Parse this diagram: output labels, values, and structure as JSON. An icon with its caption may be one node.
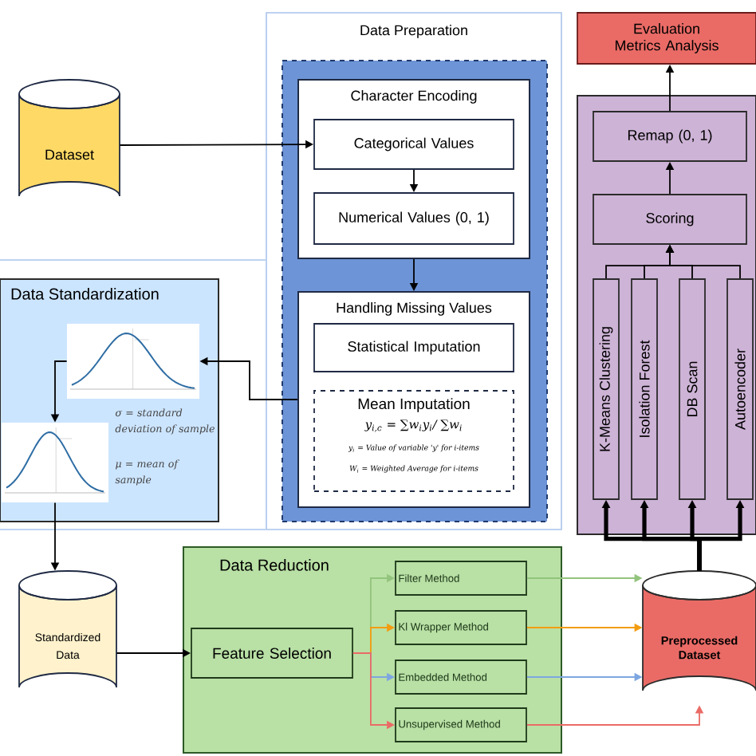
{
  "diagram": {
    "nodes": [
      {
        "text": [
          "Data Preparation"
        ]
      },
      {
        "text": [],
        "shape": "box",
        "in": 0
      },
      {
        "text": [
          "Character Encoding"
        ],
        "in": 1
      },
      {
        "text": [
          "Categorical Values"
        ],
        "in": 2
      },
      {
        "text": [
          "Numerical Values (0, 1)"
        ],
        "in": 2
      },
      {
        "text": [
          "Handling Missing Values"
        ],
        "in": 1
      },
      {
        "text": [
          "Statistical Imputation"
        ],
        "in": 5
      },
      {
        "text": [
          "Mean Imputation",
          "y$_{i,c}$ = ∑w$_{i}$y$_{i}$/ ∑w$_{i}$",
          "y$_{i}$ = Value of variable 'y' for i-items",
          "W$_{i}$ = Weighted Average for i-items"
        ],
        "in": 5
      },
      {
        "text": [
          "Dataset"
        ]
      },
      {
        "text": [
          "Data Standardization",
          "σ = standard deviation of sample",
          "μ = mean of sample"
        ]
      },
      {
        "text": [],
        "shape": "picture",
        "in": 9
      },
      {
        "text": [],
        "shape": "picture",
        "in": 9
      },
      {
        "text": [
          "Evaluation Metrics Analysis"
        ]
      },
      {
        "text": [],
        "shape": "box"
      },
      {
        "text": [
          "Remap (0, 1)"
        ],
        "in": 13
      },
      {
        "text": [
          "Scoring"
        ],
        "in": 13
      },
      {
        "text": [
          "K-Means Clustering"
        ],
        "in": 13
      },
      {
        "text": [
          "Isolation Forest"
        ],
        "in": 13
      },
      {
        "text": [
          "DB Scan"
        ],
        "in": 13
      },
      {
        "text": [
          "Autoencoder"
        ],
        "in": 13
      },
      {
        "text": [
          "Standardized Data"
        ]
      },
      {
        "text": [
          "Data Reduction"
        ]
      },
      {
        "text": [
          "Feature Selection"
        ],
        "in": 21
      },
      {
        "text": [
          "Filter Method"
        ],
        "in": 21
      },
      {
        "text": [
          "Kl Wrapper Method"
        ],
        "in": 21
      },
      {
        "text": [
          "Embedded Method"
        ],
        "in": 21
      },
      {
        "text": [
          "Unsupervised Method"
        ],
        "in": 21
      },
      {
        "text": [
          "Preprocessed Dataset"
        ]
      }
    ],
    "edges": [
      {
        "from": 8,
        "to": 3,
        "arrow": "to"
      },
      {
        "from": 3,
        "to": 4,
        "arrow": "to"
      },
      {
        "from": 2,
        "to": 5,
        "arrow": "to"
      },
      {
        "from": 5,
        "to": 10,
        "arrow": "to"
      },
      {
        "from": 10,
        "to": 11,
        "arrow": "to"
      },
      {
        "from": 11,
        "to": 20,
        "arrow": "to"
      },
      {
        "from": 20,
        "to": 22,
        "arrow": "to"
      },
      {
        "from": 22,
        "to": 23,
        "arrow": "to",
        "color": "#93c47d"
      },
      {
        "from": 22,
        "to": 24,
        "arrow": "to",
        "color": "#f39c12"
      },
      {
        "from": 22,
        "to": 25,
        "arrow": "to",
        "color": "#7ea6e0"
      },
      {
        "from": 22,
        "to": 26,
        "arrow": "to",
        "color": "#ea6b66"
      },
      {
        "from": 23,
        "to": 27,
        "arrow": "to",
        "color": "#93c47d"
      },
      {
        "from": 24,
        "to": 27,
        "arrow": "to",
        "color": "#f39c12"
      },
      {
        "from": 25,
        "to": 27,
        "arrow": "to",
        "color": "#7ea6e0"
      },
      {
        "from": 26,
        "to": 27,
        "arrow": "to",
        "color": "#ea6b66"
      },
      {
        "from": 27,
        "to": 16,
        "arrow": "to",
        "style": "thick"
      },
      {
        "from": 27,
        "to": 17,
        "arrow": "to",
        "style": "thick"
      },
      {
        "from": 27,
        "to": 18,
        "arrow": "to",
        "style": "thick"
      },
      {
        "from": 27,
        "to": 19,
        "arrow": "to",
        "style": "thick"
      },
      {
        "from": 16,
        "to": 15,
        "arrow": "to"
      },
      {
        "from": 17,
        "to": 15,
        "arrow": "to"
      },
      {
        "from": 18,
        "to": 15,
        "arrow": "to"
      },
      {
        "from": 19,
        "to": 15,
        "arrow": "to"
      },
      {
        "from": 15,
        "to": 14,
        "arrow": "to"
      },
      {
        "from": 14,
        "to": 12,
        "arrow": "to"
      }
    ]
  }
}
